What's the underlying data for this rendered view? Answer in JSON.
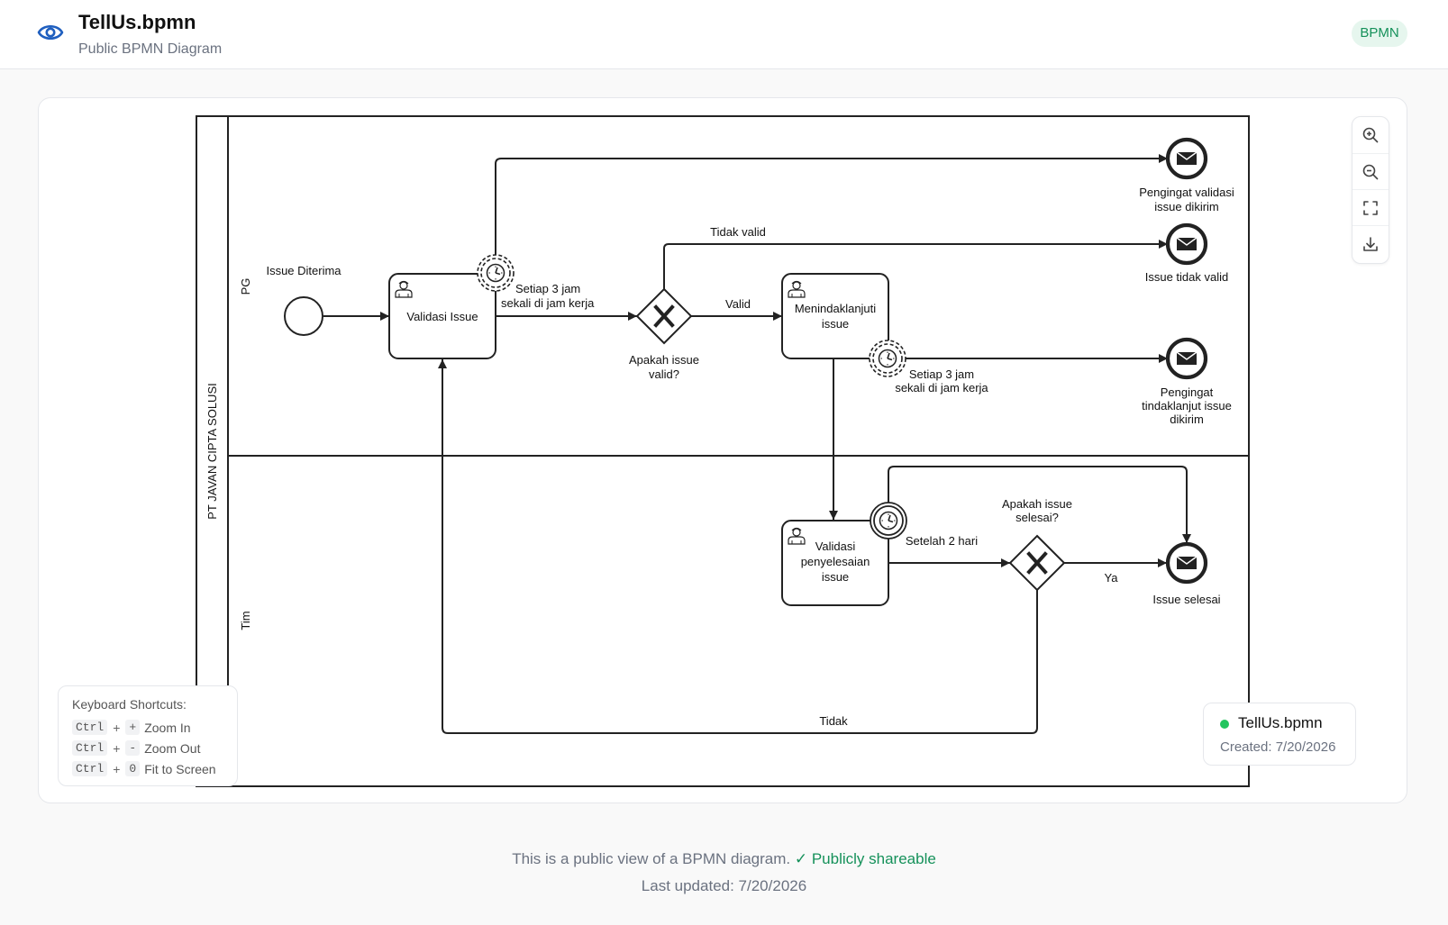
{
  "header": {
    "title": "TellUs.bpmn",
    "subtitle": "Public BPMN Diagram",
    "badge": "BPMN"
  },
  "diagram": {
    "pool": "PT JAVAN CIPTA SOLUSI",
    "lanes": [
      "PG",
      "Tim"
    ],
    "start_event": "Issue Diterima",
    "tasks": {
      "validasi": "Validasi Issue",
      "tindak_1": "Menindaklanjuti",
      "tindak_2": "issue",
      "penyelesaian_1": "Validasi",
      "penyelesaian_2": "penyelesaian",
      "penyelesaian_3": "issue"
    },
    "gateways": {
      "valid_1": "Apakah issue",
      "valid_2": "valid?",
      "selesai_1": "Apakah issue",
      "selesai_2": "selesai?"
    },
    "timers": {
      "t1_1": "Setiap 3 jam",
      "t1_2": "sekali di jam kerja",
      "t2_1": "Setiap 3 jam",
      "t2_2": "sekali di jam kerja",
      "t3": "Setelah 2 hari"
    },
    "flows": {
      "tidak_valid": "Tidak valid",
      "valid": "Valid",
      "ya": "Ya",
      "tidak": "Tidak"
    },
    "end_events": {
      "e1_1": "Pengingat validasi",
      "e1_2": "issue dikirim",
      "e2": "Issue tidak valid",
      "e3_1": "Pengingat",
      "e3_2": "tindaklanjut issue",
      "e3_3": "dikirim",
      "e4": "Issue selesai"
    }
  },
  "shortcuts": {
    "title": "Keyboard Shortcuts:",
    "ctrl": "Ctrl",
    "plus": "+",
    "zoom_in_key": "+",
    "zoom_in": "Zoom In",
    "zoom_out_key": "-",
    "zoom_out": "Zoom Out",
    "fit_key": "0",
    "fit": "Fit to Screen"
  },
  "file_info": {
    "name": "TellUs.bpmn",
    "created": "Created: 7/20/2026"
  },
  "footer": {
    "text": "This is a public view of a BPMN diagram.",
    "share": "✓ Publicly shareable",
    "updated": "Last updated: 7/20/2026"
  },
  "icons": {
    "view": "eye-icon",
    "zoom_in": "zoom-in-icon",
    "zoom_out": "zoom-out-icon",
    "fit": "fit-screen-icon",
    "download": "download-icon"
  },
  "colors": {
    "accent": "#1f5fbf",
    "badge_text": "#15915a",
    "badge_bg": "#e6f6ee",
    "status_dot": "#22c55e"
  }
}
